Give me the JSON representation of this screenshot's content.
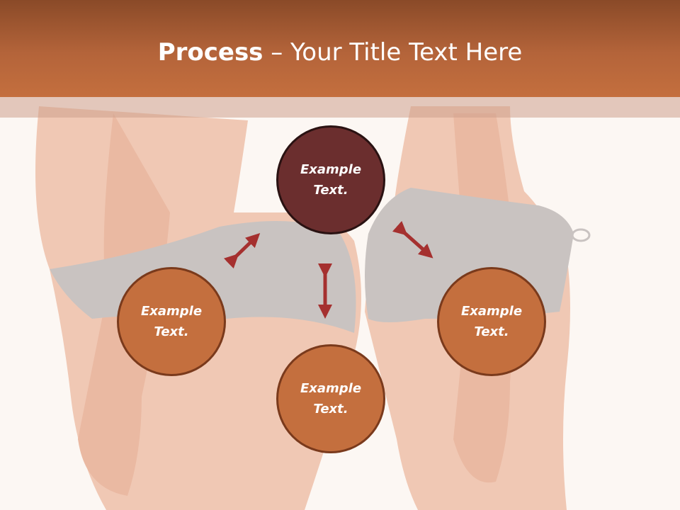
{
  "title": {
    "bold": "Process",
    "rest": " – Your Title Text Here"
  },
  "nodes": {
    "top": "Example Text.",
    "left": "Example Text.",
    "right": "Example Text.",
    "bottom": "Example Text."
  },
  "colors": {
    "title_bar": "#b4643a",
    "node_dark": "#6b2e2e",
    "node_orange": "#c46f3e",
    "arrow": "#a5302f"
  }
}
